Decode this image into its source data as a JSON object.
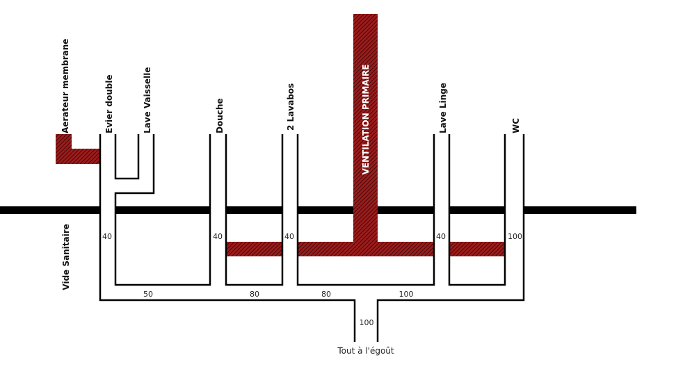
{
  "fixtures": {
    "aerateur": "Aerateur membrane",
    "evier": "Evier double",
    "lave_vaisselle": "Lave Vaisselle",
    "douche": "Douche",
    "lavabos": "2 Lavabos",
    "lave_linge": "Lave Linge",
    "wc": "WC"
  },
  "ventilation": "VENTILATION PRIMAIRE",
  "vide_sanitaire": "Vide Sanitaire",
  "egout": "Tout à l'égoût",
  "diameters": {
    "evier_drop": "40",
    "douche_drop": "40",
    "lavabos_drop": "40",
    "lave_linge_drop": "40",
    "wc_drop": "100",
    "seg_50": "50",
    "seg_80_a": "80",
    "seg_80_b": "80",
    "seg_100": "100",
    "main_100": "100"
  },
  "colors": {
    "vent": "#8b1a1a",
    "hatch": "#2a0000"
  }
}
